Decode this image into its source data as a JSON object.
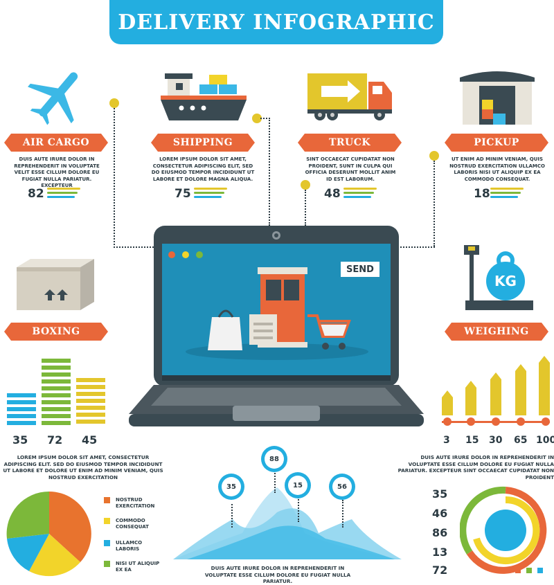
{
  "title": "DELIVERY INFOGRAPHIC",
  "services": [
    {
      "id": "air-cargo",
      "label": "AIR CARGO",
      "text": "DUIS AUTE IRURE DOLOR IN REPREHENDERIT IN VOLUPTATE VELIT ESSE CILLUM DOLORE EU FUGIAT NULLA PARIATUR. EXCEPTEUR",
      "value": "82"
    },
    {
      "id": "shipping",
      "label": "SHIPPING",
      "text": "LOREM IPSUM DOLOR SIT AMET, CONSECTETUR ADIPISCING ELIT, SED DO EIUSMOD TEMPOR INCIDIDUNT UT LABORE ET DOLORE MAGNA ALIQUA.",
      "value": "75"
    },
    {
      "id": "truck",
      "label": "TRUCK",
      "text": "SINT OCCAECAT CUPIDATAT NON PROIDENT, SUNT IN CULPA QUI OFFICIA DESERUNT MOLLIT ANIM ID EST LABORUM.",
      "value": "48"
    },
    {
      "id": "pickup",
      "label": "PICKUP",
      "text": "UT ENIM AD MINIM VENIAM, QUIS NOSTRUD EXERCITATION ULLAMCO LABORIS NISI UT ALIQUIP EX EA COMMODO CONSEQUAT.",
      "value": "18"
    }
  ],
  "boxing": {
    "label": "BOXING",
    "values": [
      "35",
      "72",
      "45"
    ],
    "text": "LOREM IPSUM DOLOR SIT AMET, CONSECTETUR ADIPISCING ELIT. SED DO EIUSMOD TEMPOR INCIDIDUNT UT LABORE ET DOLORE UT ENIM AD MINIM VENIAM, QUIS NOSTRUD EXERCITATION"
  },
  "weighing": {
    "label": "WEIGHING",
    "scale": [
      "3",
      "15",
      "30",
      "65",
      "100"
    ],
    "text": "DUIS AUTE IRURE DOLOR IN REPREHENDERIT IN VOLUPTATE ESSE CILLUM DOLORE EU FUGIAT NULLA PARIATUR. EXCEPTEUR SINT OCCAECAT CUPIDATAT NON PROIDENT",
    "kg": "KG"
  },
  "laptop": {
    "send_label": "SEND"
  },
  "pie_legend": [
    {
      "label": "NOSTRUD EXERCITATION",
      "color": "#e8732e"
    },
    {
      "label": "COMMODO CONSEQUAT",
      "color": "#f2d42a"
    },
    {
      "label": "ULLAMCO LABORIS",
      "color": "#23aee0"
    },
    {
      "label": "NISI UT ALIQUIP EX EA",
      "color": "#7cb83a"
    }
  ],
  "mountain": {
    "pins": [
      "35",
      "88",
      "15",
      "56"
    ],
    "text": "DUIS AUTE IRURE DOLOR IN REPREHENDERIT IN VOLUPTATE ESSE CILLUM DOLORE EU FUGIAT NULLA PARIATUR."
  },
  "ring_numbers": [
    "35",
    "46",
    "86",
    "13",
    "72"
  ],
  "colors": {
    "blue": "#23aee0",
    "orange": "#e8673a",
    "yellow": "#e3c62c",
    "green": "#7cb83a",
    "dark": "#2b3a42"
  }
}
